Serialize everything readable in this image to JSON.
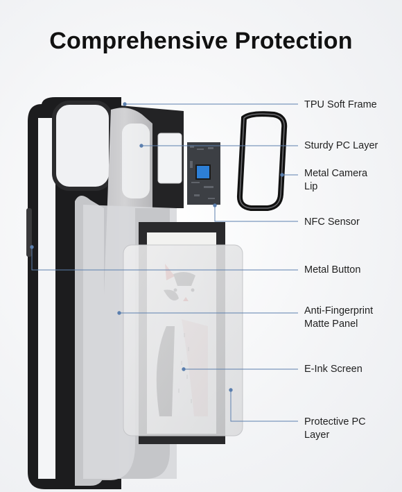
{
  "title": "Comprehensive Protection",
  "labels": [
    {
      "id": "tpu",
      "lines": [
        "TPU Soft Frame"
      ]
    },
    {
      "id": "pc",
      "lines": [
        "Sturdy PC Layer"
      ]
    },
    {
      "id": "lip",
      "lines": [
        "Metal Camera",
        "Lip"
      ]
    },
    {
      "id": "nfc",
      "lines": [
        "NFC Sensor"
      ]
    },
    {
      "id": "button",
      "lines": [
        "Metal Button"
      ]
    },
    {
      "id": "matte",
      "lines": [
        "Anti-Fingerprint",
        "Matte Panel"
      ]
    },
    {
      "id": "eink",
      "lines": [
        "E-Ink Screen"
      ]
    },
    {
      "id": "protective",
      "lines": [
        "Protective PC",
        "Layer"
      ]
    }
  ],
  "colors": {
    "frame": "#1c1c1e",
    "leader": "#5b7fae",
    "accent": "#1f7bd6"
  }
}
